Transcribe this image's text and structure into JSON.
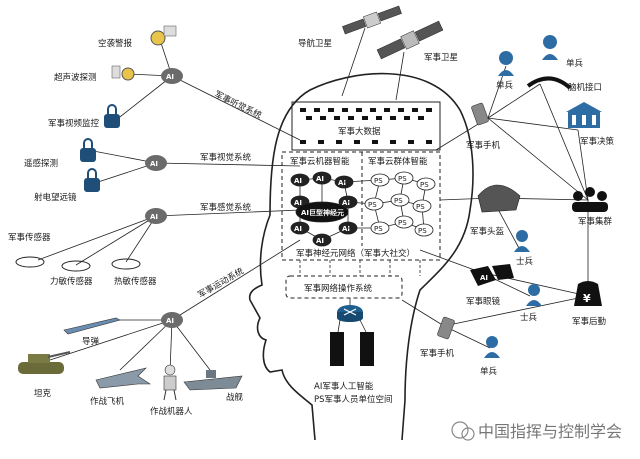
{
  "diagram": {
    "center": {
      "big_data": "军事大数据",
      "cloud_machine": "军事云机器智能",
      "cloud_group": "军事云群体智能",
      "ai_core": "AI巨型神经元",
      "ai_node": "AI",
      "ps_node": "PS",
      "neural_net": "军事神经元网络（军事大社交）",
      "net_os": "军事网络操作系统",
      "legend_ai": "AI军事人工智能",
      "legend_ps": "PS军事人员单位空间"
    },
    "satellites": {
      "nav": "导航卫星",
      "mil": "军事卫星"
    },
    "hearing": {
      "system": "军事听觉系统",
      "items": [
        "空袭警报",
        "超声波探测",
        "军事视频监控"
      ]
    },
    "vision": {
      "system": "军事视觉系统",
      "items": [
        "遥感探测",
        "射电望远镜"
      ]
    },
    "sensing": {
      "system": "军事感觉系统",
      "items": [
        "军事传感器",
        "力敏传感器",
        "热敏传感器"
      ]
    },
    "motion": {
      "system": "军事运动系统",
      "items": [
        "导弹",
        "坦克",
        "作战飞机",
        "作战机器人",
        "战舰"
      ]
    },
    "right": {
      "soldier": "单兵",
      "bci": "脑机接口",
      "phone": "军事手机",
      "decision": "军事决策",
      "helmet": "军事头盔",
      "cluster": "军事集群",
      "glasses": "军事眼镜",
      "logistics": "军事后勤",
      "fighter": "士兵"
    },
    "watermark": "中国指挥与控制学会"
  }
}
